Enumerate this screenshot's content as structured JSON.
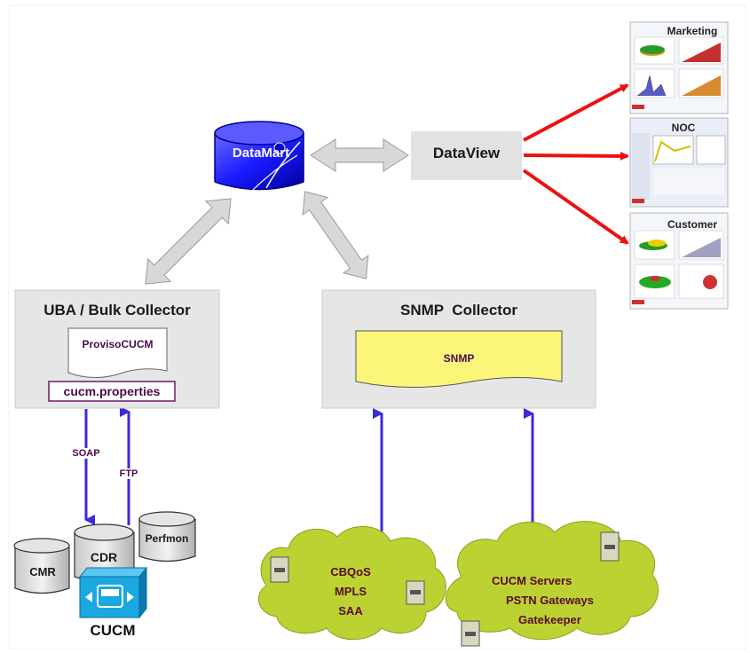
{
  "datamart": {
    "label": "DataMart"
  },
  "dataview": {
    "label": "DataView"
  },
  "uba": {
    "title": "UBA / Bulk Collector",
    "doc_label": "ProvisoCUCM",
    "properties_label": "cucm.properties"
  },
  "snmp_collector": {
    "title": "SNMP  Collector",
    "doc_label": "SNMP"
  },
  "reports": [
    {
      "title": "Marketing"
    },
    {
      "title": "NOC"
    },
    {
      "title": "Customer"
    }
  ],
  "flows": {
    "soap": "SOAP",
    "ftp": "FTP"
  },
  "databases": {
    "cmr": "CMR",
    "cdr": "CDR",
    "perfmon": "Perfmon"
  },
  "cucm_label": "CUCM",
  "cloud_left": {
    "lines": [
      "CBQoS",
      "MPLS",
      "SAA"
    ]
  },
  "cloud_right": {
    "lines": [
      "CUCM Servers",
      "PSTN Gateways",
      "Gatekeeper"
    ]
  },
  "colors": {
    "datamart_blue": "#1a1aff",
    "box_gray": "#e6e6e6",
    "arrow_red": "#ee1111",
    "arrow_blue": "#3a2ad8",
    "snmp_yellow": "#fbf57a",
    "cloud_green": "#bcd232",
    "cucm_cyan": "#1aa8e0"
  }
}
